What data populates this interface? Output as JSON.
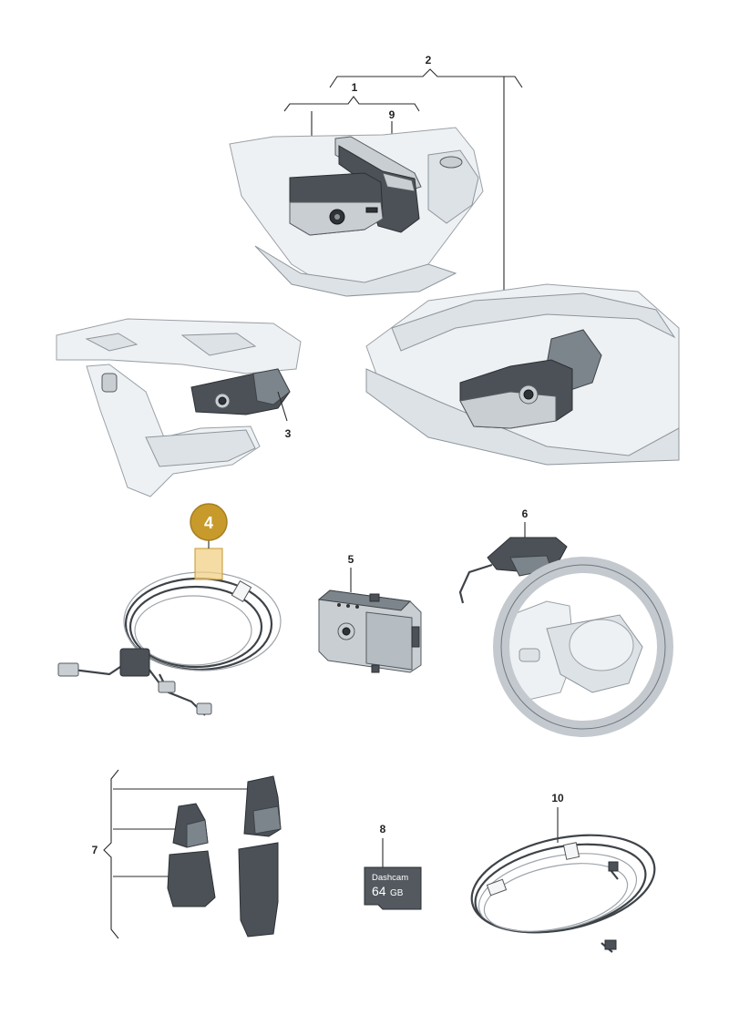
{
  "callouts": {
    "c1": "1",
    "c2": "2",
    "c3": "3",
    "c4": "4",
    "c5": "5",
    "c6": "6",
    "c7": "7",
    "c8": "8",
    "c9": "9",
    "c10": "10"
  },
  "sd_card": {
    "brand": "Dashcam",
    "capacity": "64",
    "unit": "GB"
  },
  "colors": {
    "highlight_badge": "#c79a2b",
    "highlight_box": "#f1cf86"
  }
}
